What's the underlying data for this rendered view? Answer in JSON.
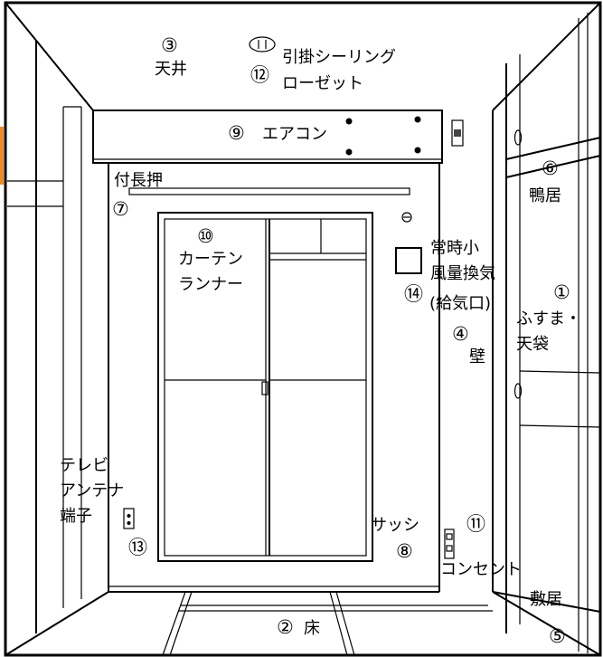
{
  "accent_color": "#f08a24",
  "labels": {
    "ceiling": {
      "num": "③",
      "text": "天井"
    },
    "pull_rosette": {
      "num": "⑫",
      "line1": "引掛シーリング",
      "line2": "ローゼット"
    },
    "aircon": {
      "num": "⑨",
      "text": "エアコン"
    },
    "nageshi": {
      "num": "⑦",
      "text": "付長押"
    },
    "kamoi": {
      "num": "⑥",
      "text": "鴨居"
    },
    "curtain_runner": {
      "num": "⑩",
      "line1": "カーテン",
      "line2": "ランナー"
    },
    "ventilation": {
      "num": "⑭",
      "line1": "常時小",
      "line2": "風量換気",
      "line3": "(給気口)"
    },
    "fusuma": {
      "num": "①",
      "line1": "ふすま・",
      "line2": "天袋"
    },
    "wall": {
      "num": "④",
      "text": "壁"
    },
    "tv_antenna": {
      "num": "⑬",
      "line1": "テレビ",
      "line2": "アンテナ",
      "line3": "端子"
    },
    "sash": {
      "num": "⑧",
      "text": "サッシ"
    },
    "outlet": {
      "num": "⑪",
      "text": "コンセント"
    },
    "floor": {
      "num": "②",
      "text": "床"
    },
    "shikii": {
      "num": "⑤",
      "text": "敷居"
    }
  }
}
